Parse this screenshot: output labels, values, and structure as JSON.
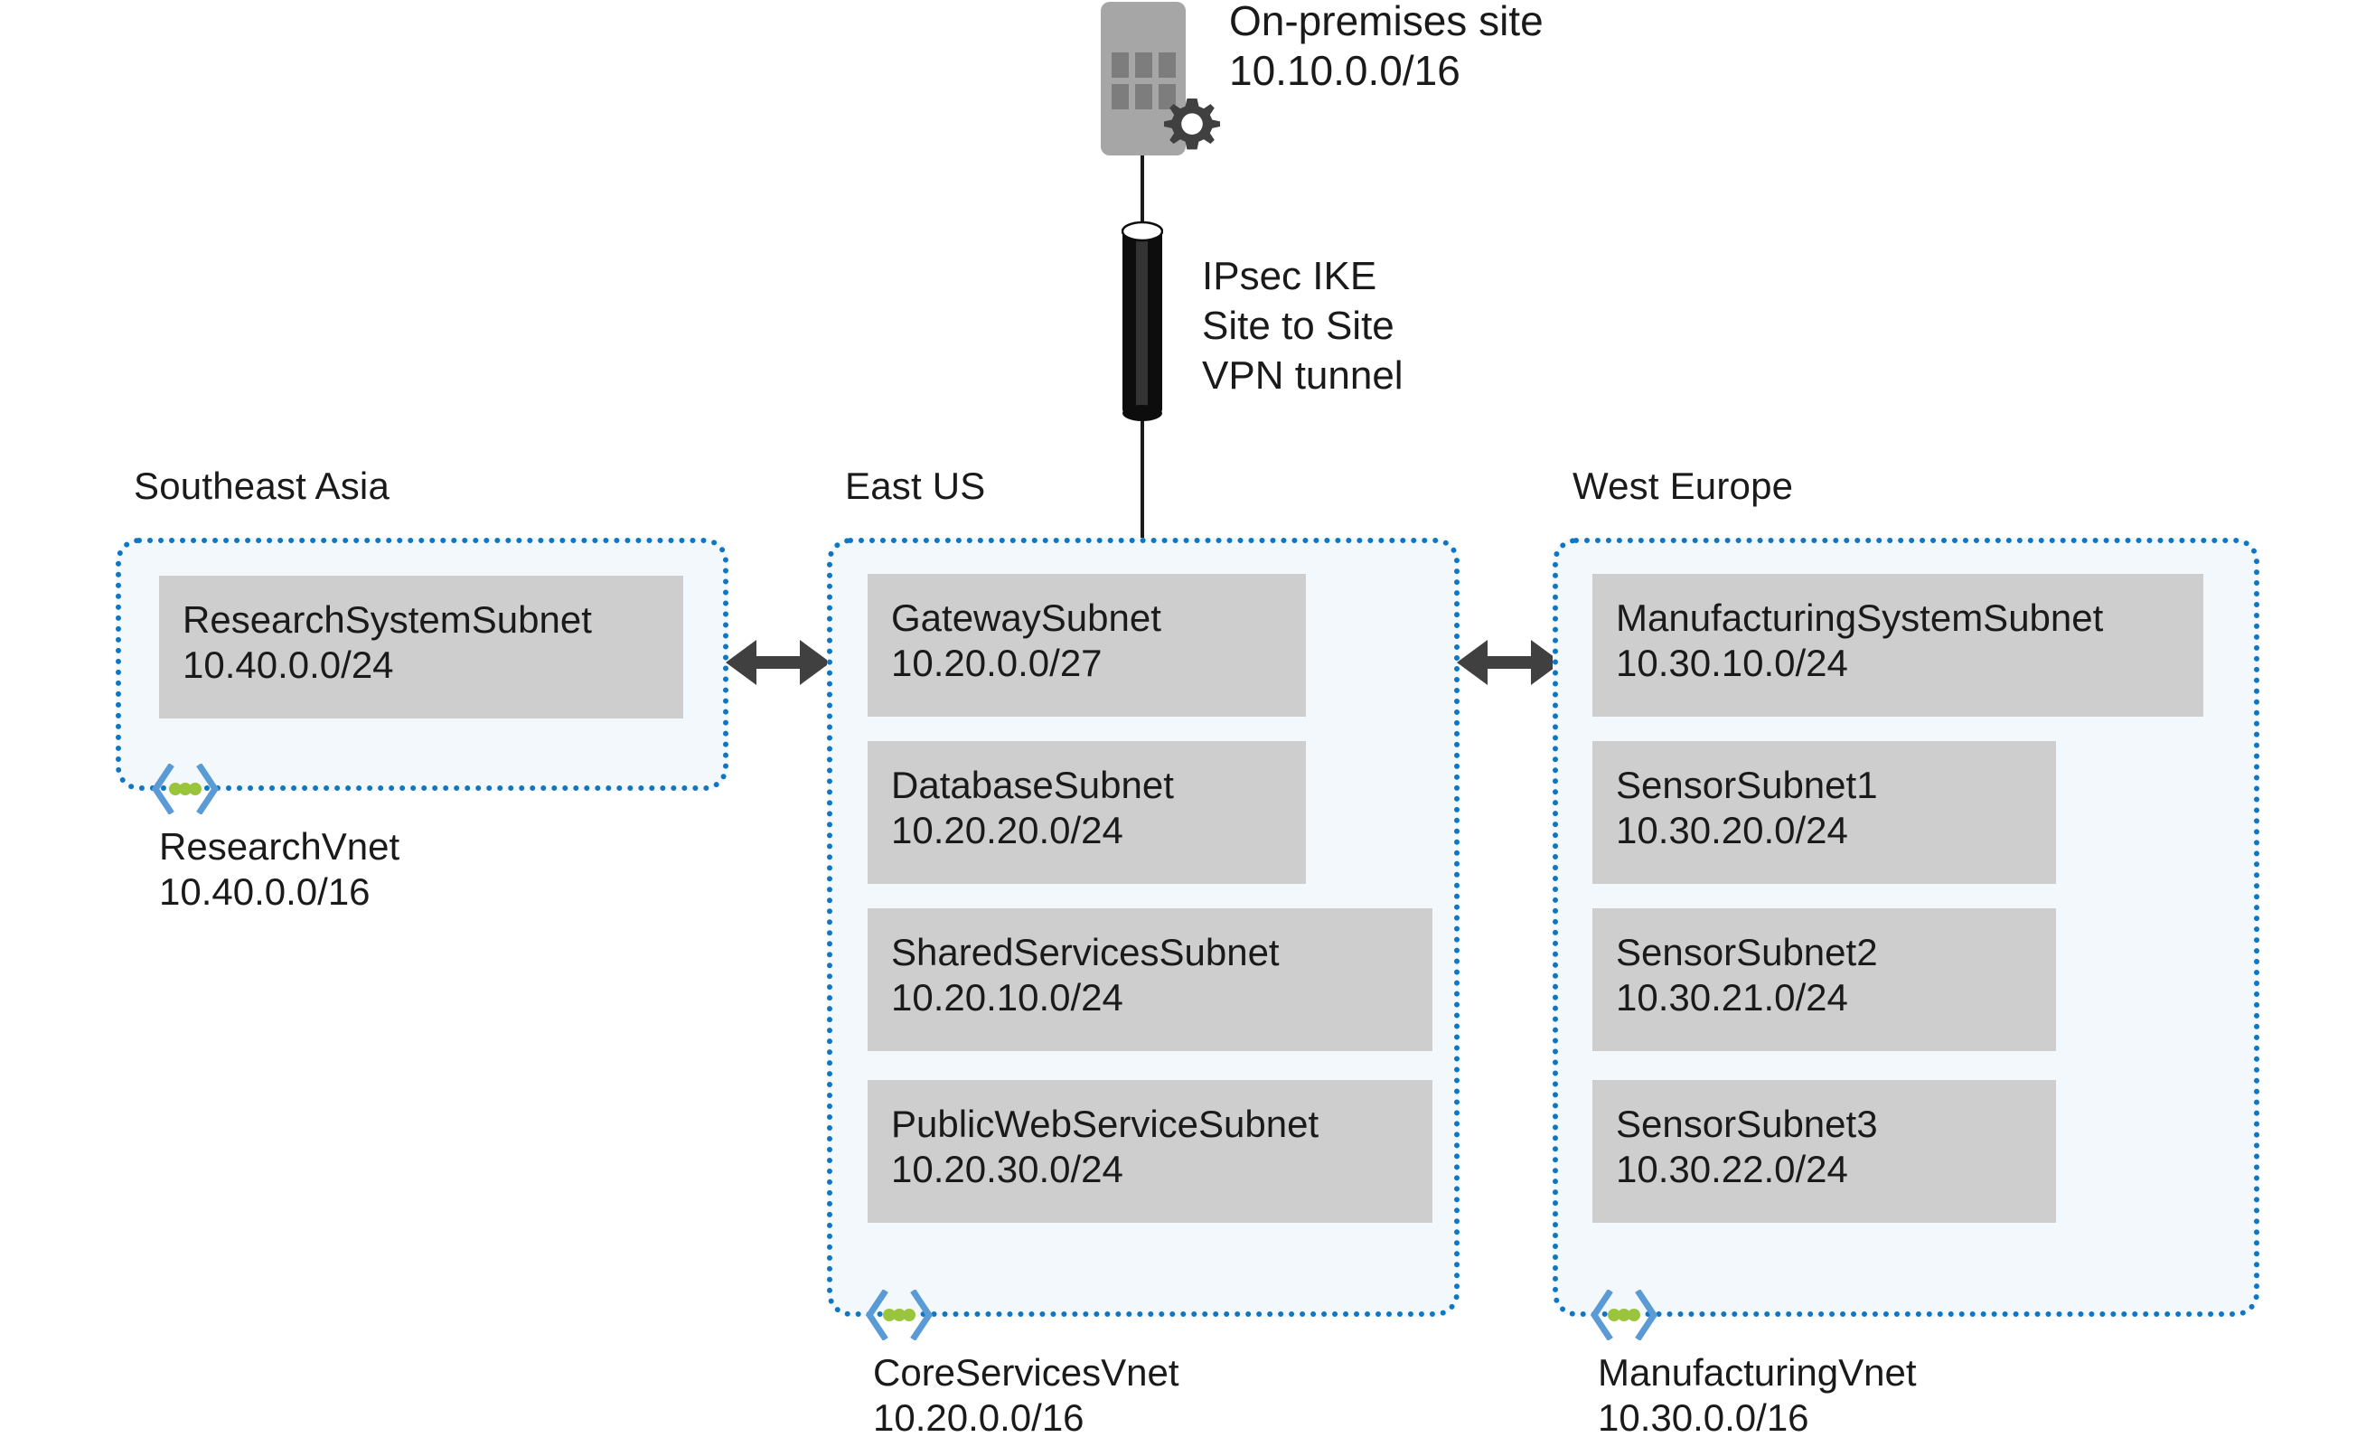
{
  "onpremises": {
    "icon_name": "server-building-icon",
    "gear_icon": "gear-icon",
    "title": "On-premises site",
    "cidr": "10.10.0.0/16"
  },
  "tunnel": {
    "icon_name": "vpn-tunnel-icon",
    "line1": "IPsec IKE",
    "line2": "Site to Site",
    "line3": "VPN tunnel"
  },
  "colors": {
    "vnet_border": "#0f76c4",
    "vnet_fill": "#f2f8fc",
    "subnet_fill": "#cecece",
    "glyph_blue": "#5b9bd5",
    "glyph_green": "#9ac43c",
    "arrow_gray": "#404040",
    "building_gray": "#a6a6a6",
    "gear_gray": "#404040"
  },
  "regions": [
    {
      "id": "southeast-asia",
      "label": "Southeast Asia",
      "vnet_name": "ResearchVnet",
      "vnet_cidr": "10.40.0.0/16",
      "glyph_name": "vnet-icon",
      "subnets": [
        {
          "name": "ResearchSystemSubnet",
          "cidr": "10.40.0.0/24"
        }
      ]
    },
    {
      "id": "east-us",
      "label": "East US",
      "vnet_name": "CoreServicesVnet",
      "vnet_cidr": "10.20.0.0/16",
      "glyph_name": "vnet-icon",
      "subnets": [
        {
          "name": "GatewaySubnet",
          "cidr": "10.20.0.0/27"
        },
        {
          "name": "DatabaseSubnet",
          "cidr": "10.20.20.0/24"
        },
        {
          "name": "SharedServicesSubnet",
          "cidr": "10.20.10.0/24"
        },
        {
          "name": "PublicWebServiceSubnet",
          "cidr": "10.20.30.0/24"
        }
      ]
    },
    {
      "id": "west-europe",
      "label": "West Europe",
      "vnet_name": "ManufacturingVnet",
      "vnet_cidr": "10.30.0.0/16",
      "glyph_name": "vnet-icon",
      "subnets": [
        {
          "name": "ManufacturingSystemSubnet",
          "cidr": "10.30.10.0/24"
        },
        {
          "name": "SensorSubnet1",
          "cidr": "10.30.20.0/24"
        },
        {
          "name": "SensorSubnet2",
          "cidr": "10.30.21.0/24"
        },
        {
          "name": "SensorSubnet3",
          "cidr": "10.30.22.0/24"
        }
      ]
    }
  ],
  "peerings": [
    {
      "id": "peering-sea-eastus",
      "icon_name": "bidirectional-arrow-icon"
    },
    {
      "id": "peering-eastus-weu",
      "icon_name": "bidirectional-arrow-icon"
    }
  ]
}
